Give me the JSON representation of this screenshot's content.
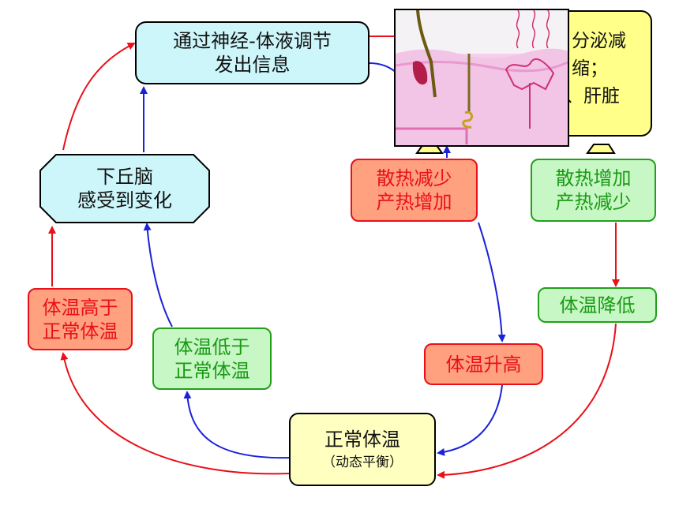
{
  "colors": {
    "red": "#e8101a",
    "blue": "#1a22d8",
    "blue_box": "#cdf6fb",
    "red_box": "#ffa07f",
    "green_box": "#c6f7c4",
    "yellow_box": "#ffffc0",
    "callout_yellow": "#ffff8a"
  },
  "nodes": {
    "signal": {
      "line1": "通过神经-体液调节",
      "line2": "发出信息"
    },
    "hypothalamus": {
      "line1": "下丘脑",
      "line2": "感受到变化"
    },
    "above_normal": {
      "line1": "体温高于",
      "line2": "正常体温"
    },
    "below_normal": {
      "line1": "体温低于",
      "line2": "正常体温"
    },
    "normal": {
      "line1": "正常体温",
      "line2": "（动态平衡）"
    },
    "heat_conserve": {
      "line1": "散热减少",
      "line2": "产热增加"
    },
    "heat_release": {
      "line1": "散热增加",
      "line2": "产热减少"
    },
    "temp_rise": {
      "label": "体温升高"
    },
    "temp_drop": {
      "label": "体温降低"
    }
  },
  "callout": {
    "line1": "分泌减",
    "line2": "缩；",
    "line3": "、肝脏"
  },
  "skin_image": {
    "icons": [
      "hair-icon",
      "sweat-gland-icon",
      "blood-vessel-icon"
    ]
  }
}
